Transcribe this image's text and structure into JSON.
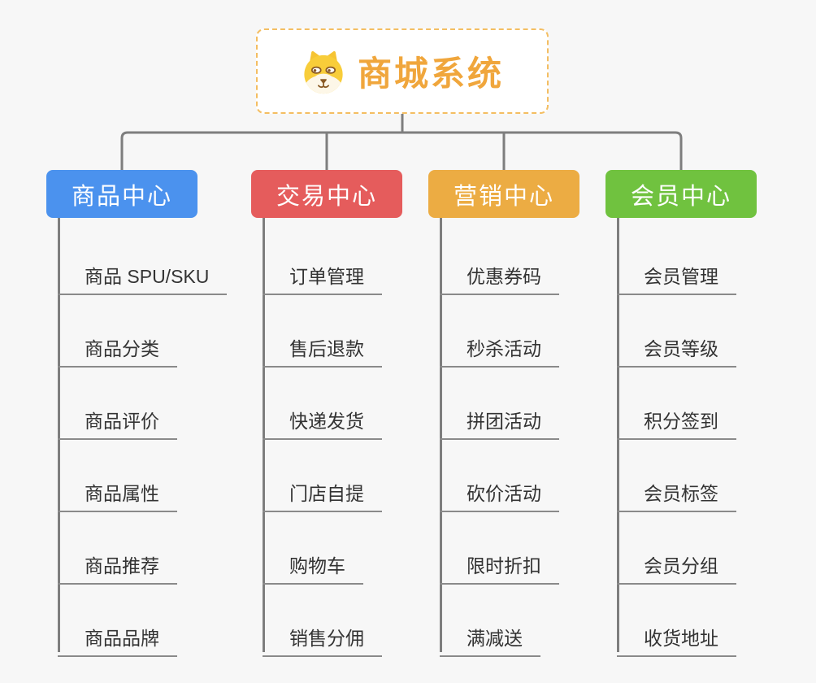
{
  "page": {
    "background": "#f7f7f7"
  },
  "connector_color": "#7e7e7e",
  "root": {
    "title": "商城系统",
    "icon": "shiba-dog-icon",
    "text_color": "#f0a63c",
    "border_color": "#f4be62"
  },
  "branches": [
    {
      "label": "商品中心",
      "color": "#4b92ee",
      "items": [
        "商品 SPU/SKU",
        "商品分类",
        "商品评价",
        "商品属性",
        "商品推荐",
        "商品品牌"
      ]
    },
    {
      "label": "交易中心",
      "color": "#e55c5c",
      "items": [
        "订单管理",
        "售后退款",
        "快递发货",
        "门店自提",
        "购物车",
        "销售分佣"
      ]
    },
    {
      "label": "营销中心",
      "color": "#ecac43",
      "items": [
        "优惠券码",
        "秒杀活动",
        "拼团活动",
        "砍价活动",
        "限时折扣",
        "满减送"
      ]
    },
    {
      "label": "会员中心",
      "color": "#70c23f",
      "items": [
        "会员管理",
        "会员等级",
        "积分签到",
        "会员标签",
        "会员分组",
        "收货地址"
      ]
    }
  ]
}
